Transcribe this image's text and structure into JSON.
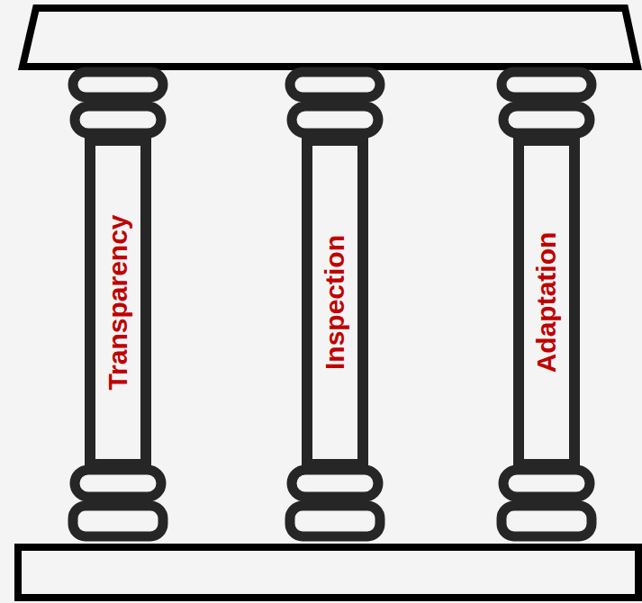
{
  "diagram": {
    "nodes": [
      {
        "text": [
          "Transparency"
        ]
      },
      {
        "text": [
          "Inspection"
        ]
      },
      {
        "text": [
          "Adaptation"
        ]
      }
    ]
  }
}
